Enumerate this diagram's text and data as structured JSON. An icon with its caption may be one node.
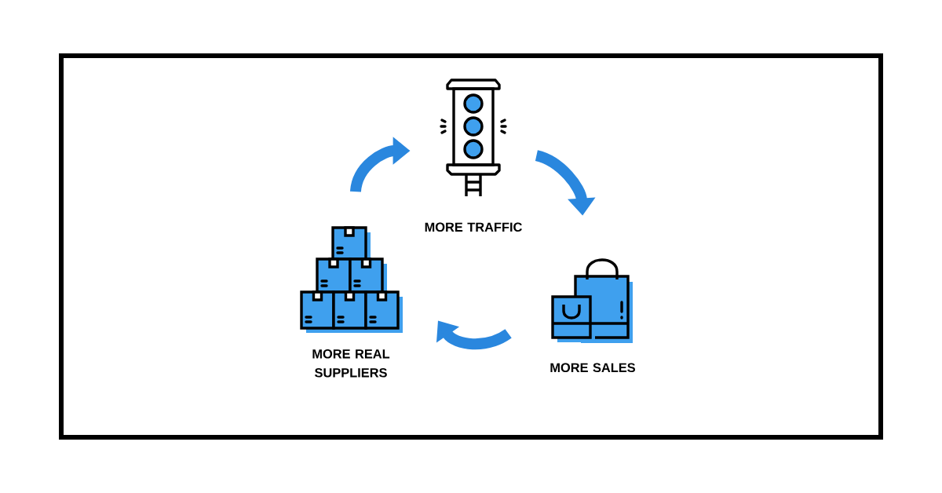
{
  "diagram": {
    "nodes": [
      {
        "text": [
          "MORE TRAFFIC"
        ]
      },
      {
        "text": [
          "MORE SALES"
        ]
      },
      {
        "text": [
          "MORE REAL SUPPLIERS"
        ]
      }
    ],
    "edges": [
      {
        "from": 0,
        "to": 1,
        "arrow": "to"
      },
      {
        "from": 1,
        "to": 2,
        "arrow": "to"
      },
      {
        "from": 2,
        "to": 0,
        "arrow": "to"
      }
    ]
  }
}
